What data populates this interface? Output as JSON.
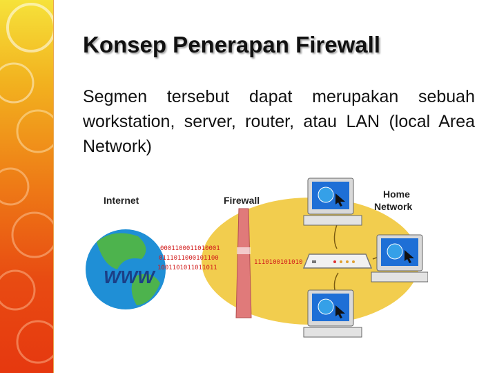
{
  "slide": {
    "title": "Konsep Penerapan Firewall",
    "body": "Segmen tersebut dapat merupakan sebuah workstation, server, router, atau LAN (local Area Network)"
  },
  "diagram": {
    "internet_label": "Internet",
    "firewall_label": "Firewall",
    "home_network_label": [
      "Home",
      "Network"
    ],
    "globe_text": "WWW",
    "binary_streams": [
      "0001100011010001",
      "0111011000101100",
      "1001101011011011",
      "1110100101010"
    ],
    "colors": {
      "lan_area": "#f2cd4e",
      "firewall": "#e07a7a",
      "globe": "#1f8fd6",
      "land": "#4db34d",
      "bits": "#d11b1b",
      "screen": "#1e6fd6"
    }
  }
}
